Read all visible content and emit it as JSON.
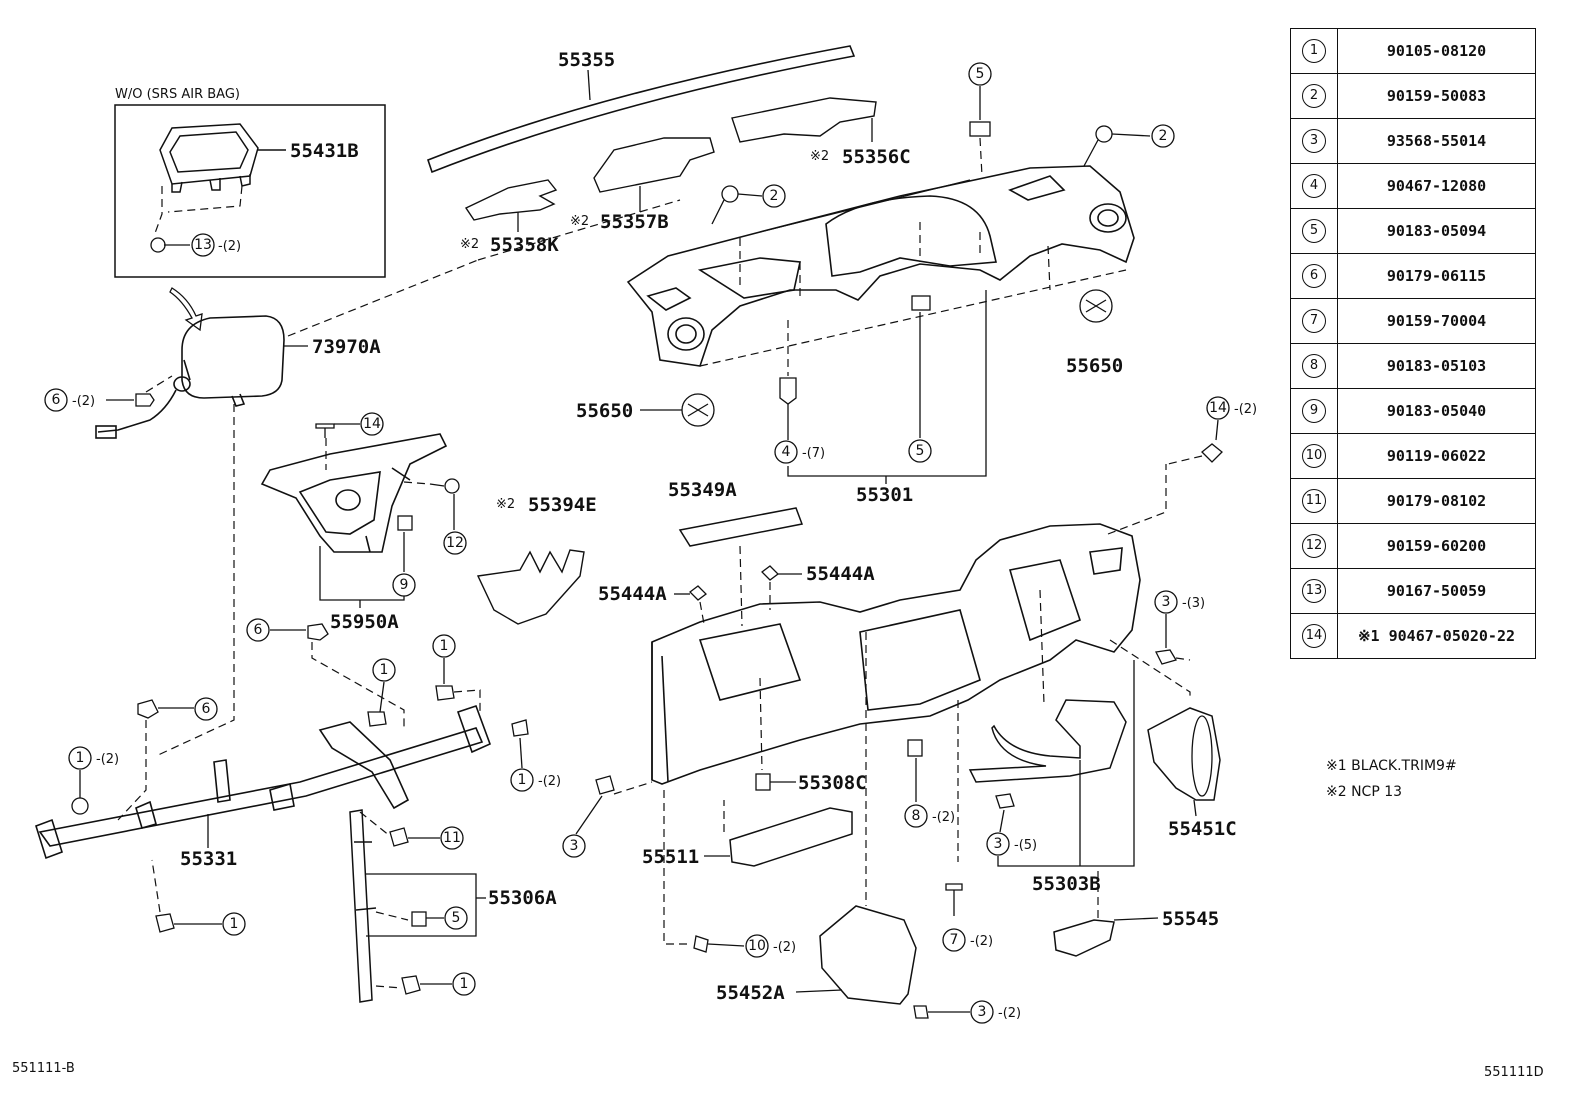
{
  "legend": {
    "rows": [
      {
        "num": "1",
        "code": "90105-08120"
      },
      {
        "num": "2",
        "code": "90159-50083"
      },
      {
        "num": "3",
        "code": "93568-55014"
      },
      {
        "num": "4",
        "code": "90467-12080"
      },
      {
        "num": "5",
        "code": "90183-05094"
      },
      {
        "num": "6",
        "code": "90179-06115"
      },
      {
        "num": "7",
        "code": "90159-70004"
      },
      {
        "num": "8",
        "code": "90183-05103"
      },
      {
        "num": "9",
        "code": "90183-05040"
      },
      {
        "num": "10",
        "code": "90119-06022"
      },
      {
        "num": "11",
        "code": "90179-08102"
      },
      {
        "num": "12",
        "code": "90159-60200"
      },
      {
        "num": "13",
        "code": "90167-50059"
      },
      {
        "num": "14",
        "code": "※1  90467-05020-22"
      }
    ]
  },
  "notes": {
    "n1": "※1   BLACK.TRIM9#",
    "n2": "※2   NCP 13"
  },
  "inset": {
    "title": "W/O (SRS AIR BAG)"
  },
  "parts": {
    "p55355": "55355",
    "p55356c": "55356C",
    "p55357b": "55357B",
    "p55358k": "55358K",
    "p55431b": "55431B",
    "p73970a": "73970A",
    "p55650a": "55650",
    "p55650b": "55650",
    "p55301": "55301",
    "p55394e": "55394E",
    "p55349a": "55349A",
    "p55444a1": "55444A",
    "p55444a2": "55444A",
    "p55950a": "55950A",
    "p55331": "55331",
    "p55306a": "55306A",
    "p55308c": "55308C",
    "p55511": "55511",
    "p55452a": "55452A",
    "p55303b": "55303B",
    "p55545": "55545",
    "p55451c": "55451C"
  },
  "marks": {
    "m2": "※2"
  },
  "qty": {
    "q2": "-(2)",
    "q3": "-(3)",
    "q5": "-(5)",
    "q7": "-(7)"
  },
  "callouts": {
    "c1": "1",
    "c2": "2",
    "c3": "3",
    "c4": "4",
    "c5": "5",
    "c6": "6",
    "c7": "7",
    "c8": "8",
    "c9": "9",
    "c10": "10",
    "c11": "11",
    "c12": "12",
    "c13": "13",
    "c14": "14"
  },
  "footer": {
    "left": "551111-B",
    "right": "551111D"
  }
}
